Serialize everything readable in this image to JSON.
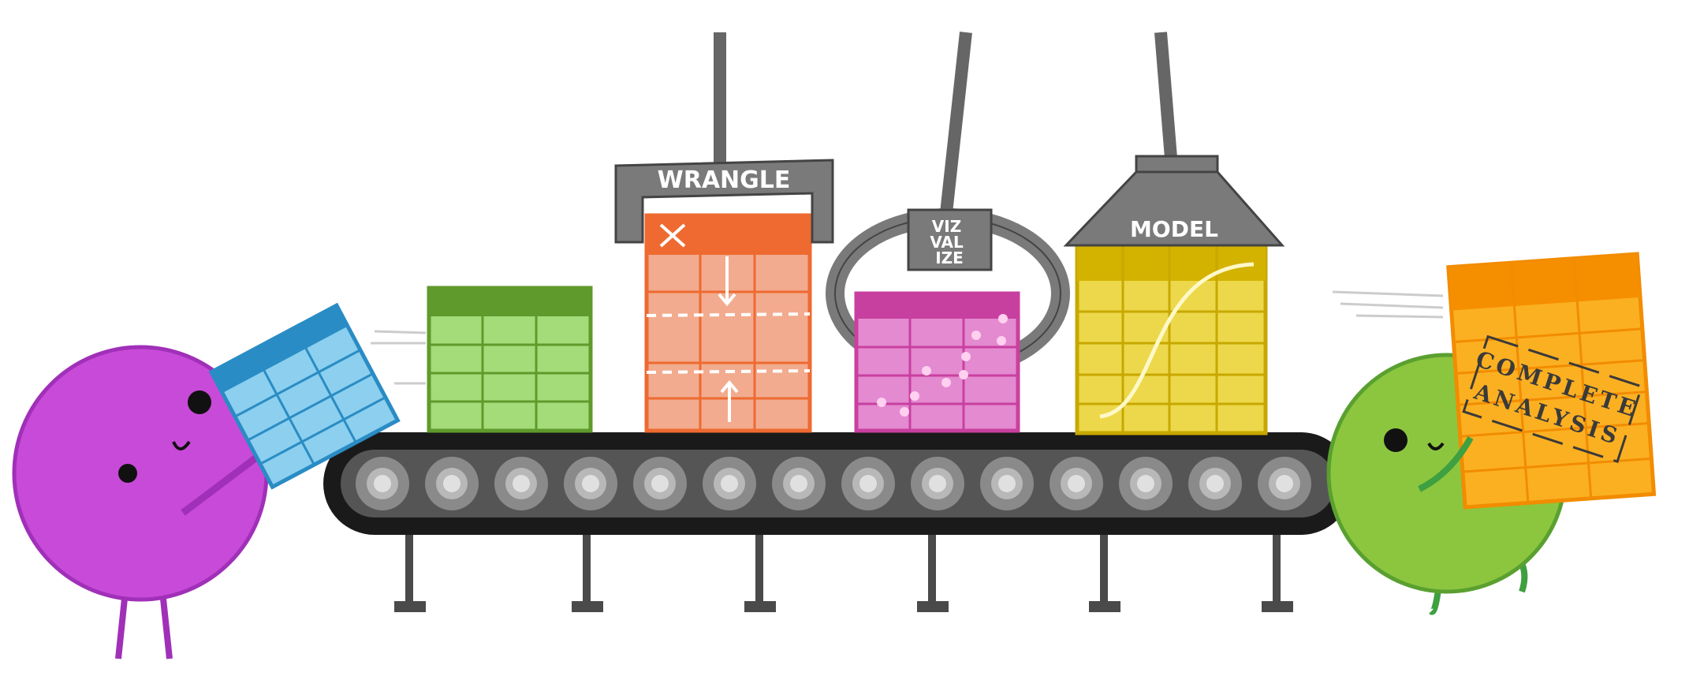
{
  "stations": {
    "wrangle": {
      "label": "WRANGLE"
    },
    "visualize": {
      "line1": "VIZ",
      "line2": "VAL",
      "line3": "IZE"
    },
    "model": {
      "label": "MODEL"
    }
  },
  "stamp": {
    "line1": "COMPLETE",
    "line2": "ANALYSIS"
  },
  "colors": {
    "purple_monster": "#c84ad8",
    "green_monster": "#8cc63f",
    "blue_table": "#5ab4e0",
    "green_table": "#9ed86e",
    "orange_table": "#f0a888",
    "pink_table": "#e07cc8",
    "yellow_table": "#ecd84a",
    "complete_table": "#fbb022",
    "machine_gray": "#7a7a7a",
    "belt": "#1a1a1a"
  }
}
